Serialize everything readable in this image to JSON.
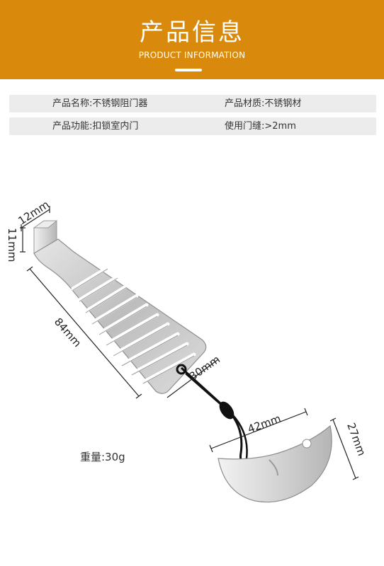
{
  "banner": {
    "title": "产品信息",
    "subtitle": "PRODUCT INFORMATION"
  },
  "specs": {
    "rows": [
      [
        "产品名称:不锈钢阻门器",
        "产品材质:不锈钢材"
      ],
      [
        "产品功能:扣锁室内门",
        "使用门缝:>2mm"
      ]
    ]
  },
  "dimensions": {
    "hook_width": "12mm",
    "hook_height": "11mm",
    "plate_length": "84mm",
    "plate_width": "30mm",
    "blade_width": "42mm",
    "blade_height": "27mm"
  },
  "weight": "重量:30g",
  "colors": {
    "banner": "#d98a0c",
    "spec_row_bg": "#ececec",
    "steel": "#c9c9c9",
    "lanyard": "#111111"
  }
}
